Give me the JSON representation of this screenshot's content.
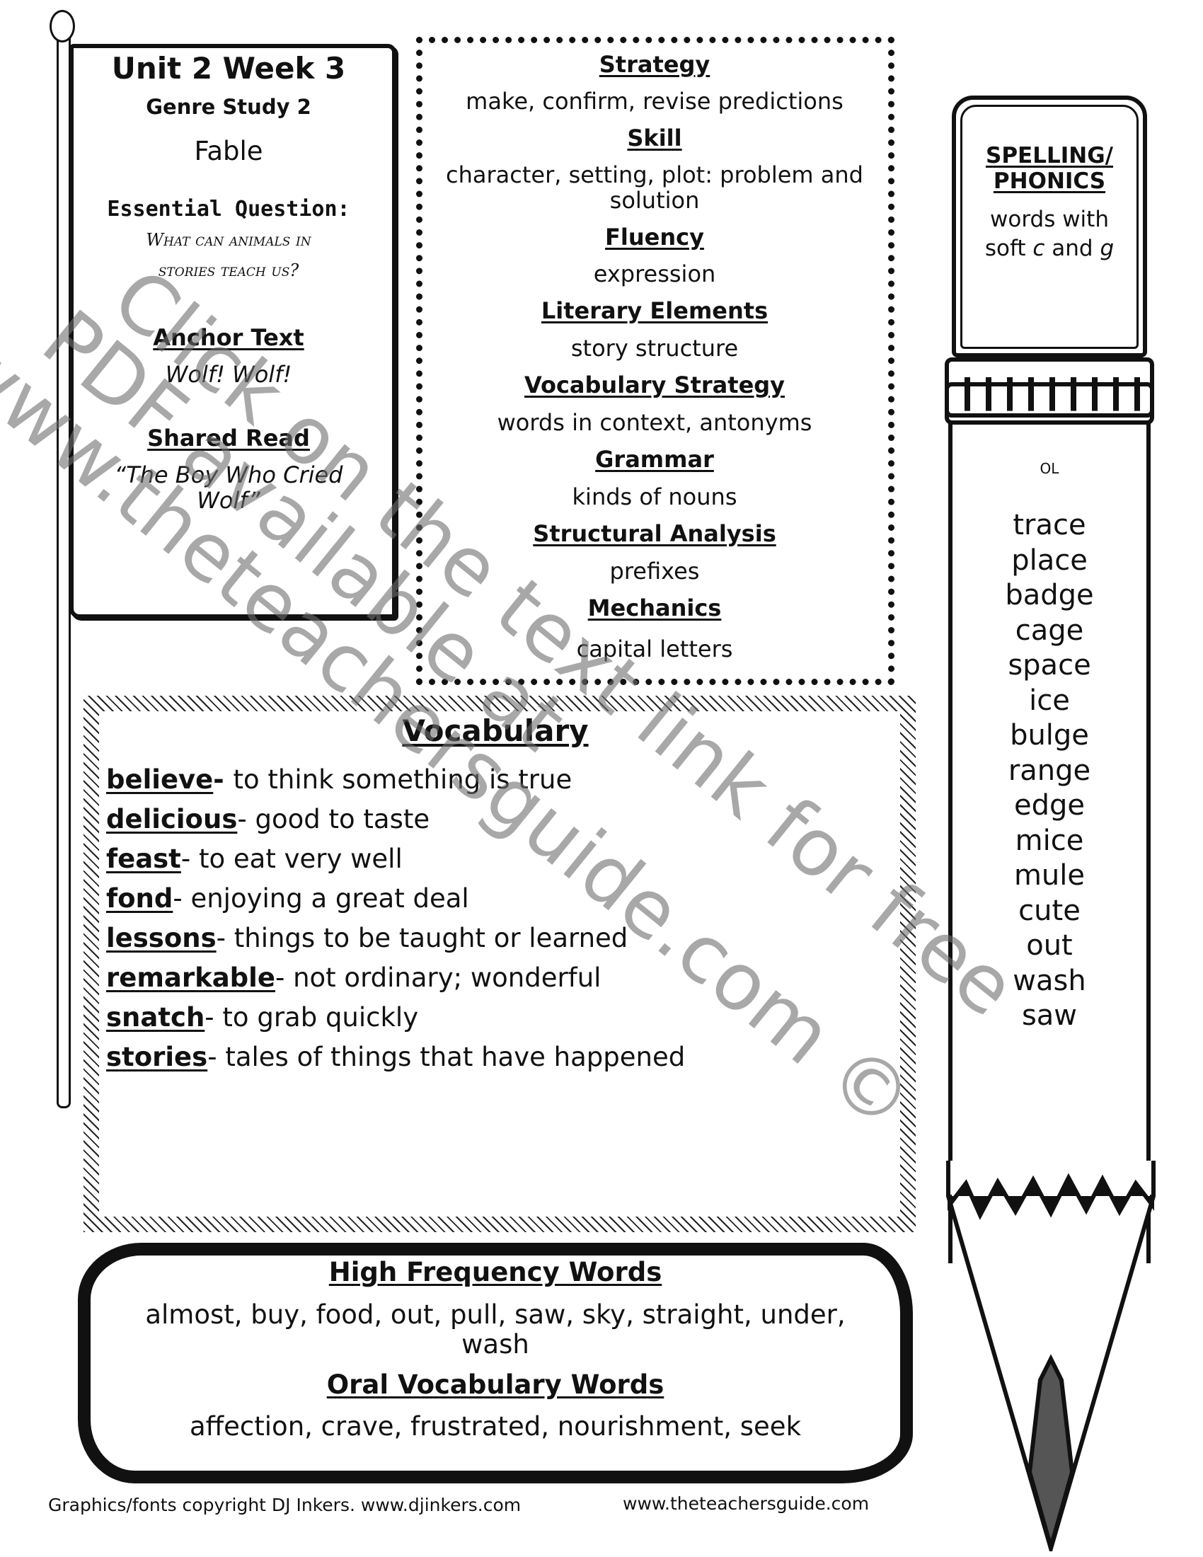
{
  "flag": {
    "title": "Unit 2 Week 3",
    "subtitle": "Genre Study 2",
    "genre": "Fable",
    "essential_question_label": "Essential Question:",
    "essential_question_line1": "What can animals in",
    "essential_question_line2": "stories teach us?",
    "anchor_text_label": "Anchor Text",
    "anchor_text": "Wolf! Wolf!",
    "shared_read_label": "Shared Read",
    "shared_read_line1": "“The Boy Who Cried",
    "shared_read_line2": "Wolf”"
  },
  "skills": [
    {
      "heading": "Strategy",
      "value": "make, confirm, revise predictions"
    },
    {
      "heading": "Skill",
      "value": "character, setting, plot: problem and",
      "value2": "solution"
    },
    {
      "heading": "Fluency",
      "value": "expression"
    },
    {
      "heading": "Literary Elements",
      "value": "story structure"
    },
    {
      "heading": "Vocabulary Strategy",
      "value": "words in context, antonyms"
    },
    {
      "heading": "Grammar",
      "value": "kinds of nouns"
    },
    {
      "heading": "Structural Analysis",
      "value": "prefixes"
    },
    {
      "heading": "Mechanics",
      "value": "capital letters"
    }
  ],
  "vocabulary": {
    "title": "Vocabulary",
    "items": [
      {
        "word": "believe",
        "sep": "- ",
        "definition": " to think something is true"
      },
      {
        "word": "delicious",
        "sep": "- ",
        "definition": "good to taste"
      },
      {
        "word": "feast",
        "sep": "- ",
        "definition": "to eat very well"
      },
      {
        "word": "fond",
        "sep": "- ",
        "definition": "enjoying a great deal"
      },
      {
        "word": "lessons",
        "sep": "- ",
        "definition": "things to be taught or learned"
      },
      {
        "word": "remarkable",
        "sep": "- ",
        "definition": "not ordinary; wonderful"
      },
      {
        "word": "snatch",
        "sep": "- ",
        "definition": "to grab quickly"
      },
      {
        "word": "stories",
        "sep": "- ",
        "definition": "tales of things that have happened"
      }
    ]
  },
  "high_frequency": {
    "title": "High Frequency Words",
    "line1": "almost, buy, food, out, pull, saw, sky, straight, under,",
    "line2": "wash"
  },
  "oral_vocabulary": {
    "title": "Oral Vocabulary Words",
    "words": "affection, crave, frustrated, nourishment, seek"
  },
  "spelling": {
    "title_line1": "SPELLING/",
    "title_line2": "PHONICS",
    "desc_line1": "words with",
    "desc_line2_prefix": "soft ",
    "desc_c": "c",
    "desc_and": " and ",
    "desc_g": "g",
    "level": "OL",
    "words": [
      "trace",
      "place",
      "badge",
      "cage",
      "space",
      "ice",
      "bulge",
      "range",
      "edge",
      "mice",
      "mule",
      "cute",
      "out",
      "wash",
      "saw"
    ]
  },
  "footer": {
    "left": "Graphics/fonts copyright DJ Inkers. www.djinkers.com",
    "right": "www.theteachersguide.com"
  },
  "watermark": {
    "line1": "Click on the text link for free",
    "line2": "PDF available at",
    "line3": "www.theteachersguide.com ©"
  }
}
